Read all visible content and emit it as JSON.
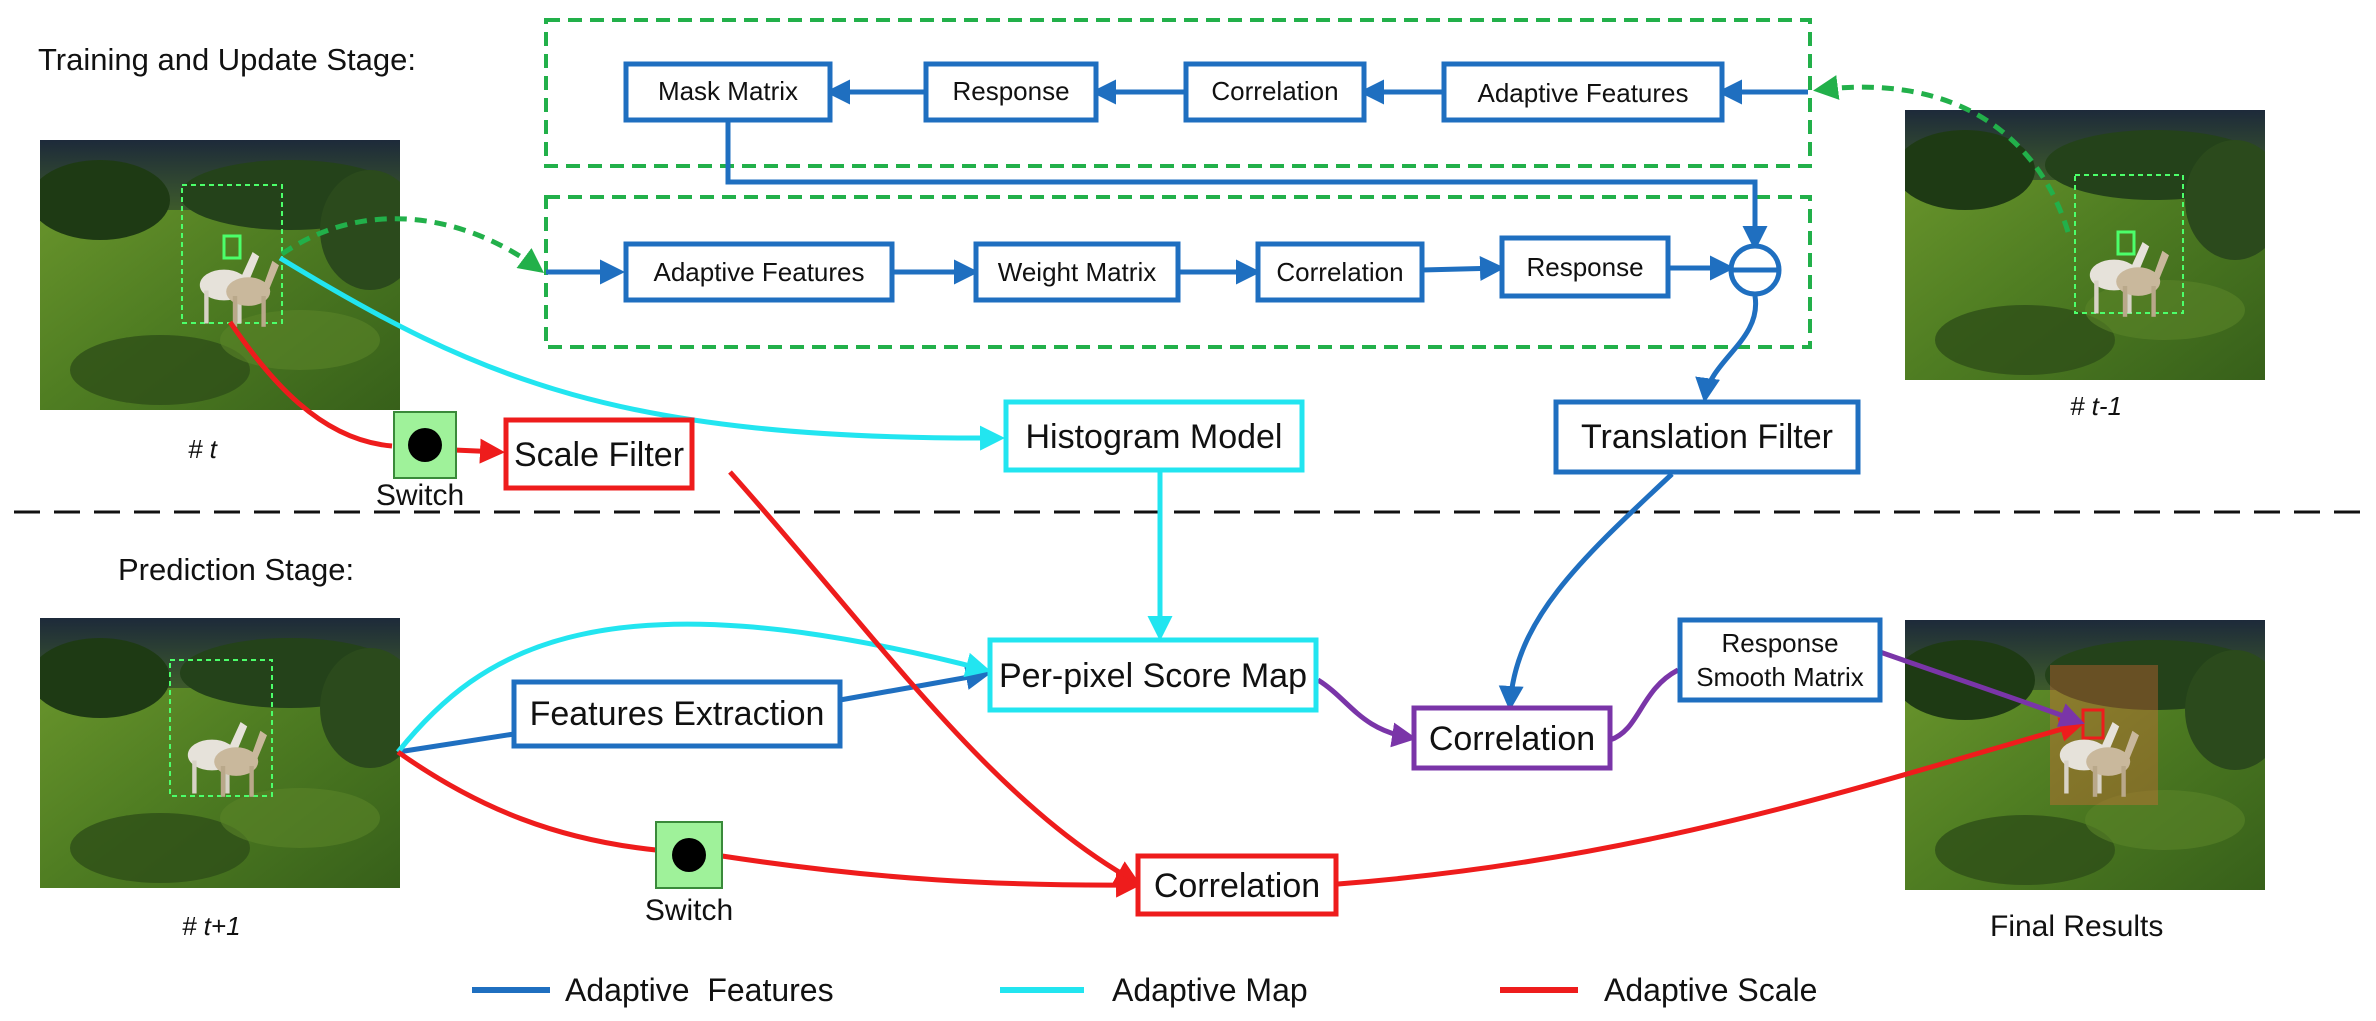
{
  "sections": {
    "training": "Training and Update Stage:",
    "prediction": "Prediction Stage:"
  },
  "frames": {
    "t": "# t",
    "t_minus_1": "# t-1",
    "t_plus_1": "# t+1",
    "final": "Final Results"
  },
  "training": {
    "top_row": {
      "mask_matrix": "Mask Matrix",
      "response": "Response",
      "correlation": "Correlation",
      "adaptive_features": "Adaptive Features"
    },
    "bottom_row": {
      "adaptive_features": "Adaptive Features",
      "weight_matrix": "Weight Matrix",
      "correlation": "Correlation",
      "response": "Response"
    },
    "scale_filter": "Scale Filter",
    "histogram_model": "Histogram Model",
    "translation_filter": "Translation Filter",
    "switch": "Switch"
  },
  "prediction": {
    "features_extraction": "Features Extraction",
    "score_map": "Per-pixel Score Map",
    "correlation_purple": "Correlation",
    "response_smooth_line1": "Response",
    "response_smooth_line2": "Smooth Matrix",
    "correlation_red": "Correlation",
    "switch": "Switch"
  },
  "legend": [
    {
      "label": "Adaptive  Features",
      "color": "#1f6fc0"
    },
    {
      "label": "Adaptive Map",
      "color": "#22e5f0"
    },
    {
      "label": "Adaptive Scale",
      "color": "#ee1c1c"
    }
  ],
  "colors": {
    "blue": "#1f6fc0",
    "cyan": "#22e5f0",
    "red": "#ee1c1c",
    "purple": "#7a35a8",
    "green_dashed": "#22b04a",
    "switch_fill": "#9ff29a"
  }
}
